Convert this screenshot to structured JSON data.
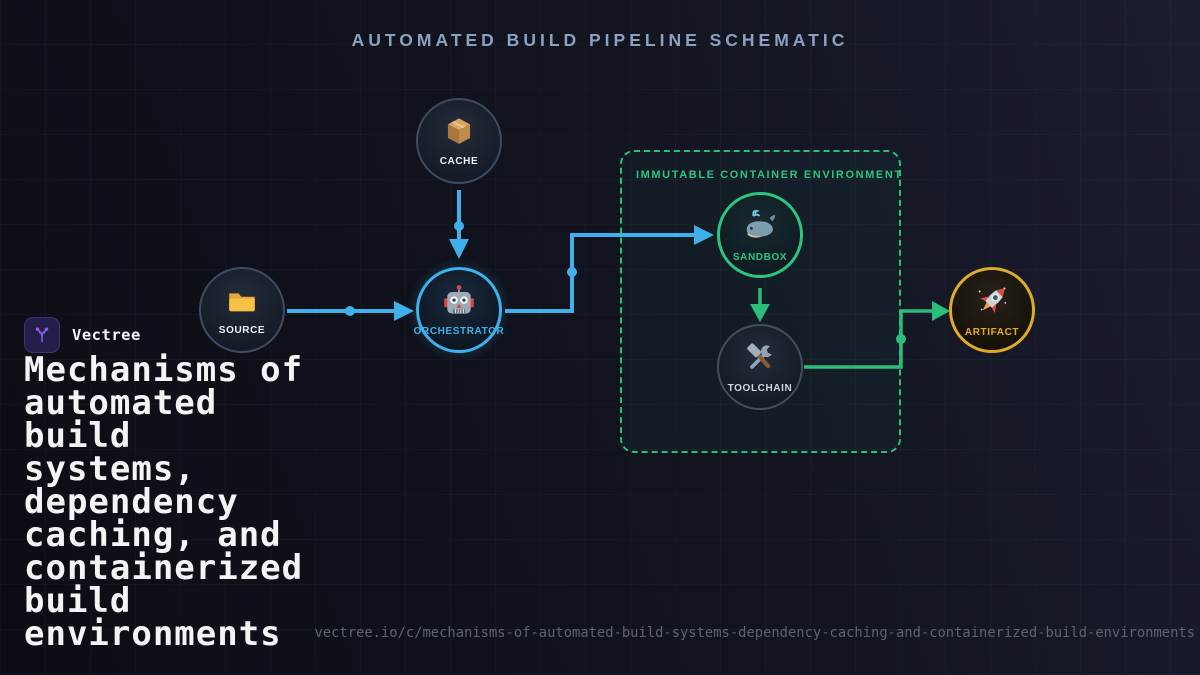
{
  "title": "AUTOMATED BUILD PIPELINE SCHEMATIC",
  "brand": {
    "name": "Vectree",
    "headline_lines": [
      "Mechanisms of",
      "automated",
      "build",
      "systems,",
      "dependency",
      "caching, and",
      "containerized",
      "build",
      "environments"
    ]
  },
  "footer": {
    "url": "vectree.io/c/mechanisms-of-automated-build-systems-dependency-caching-and-containerized-build-environments"
  },
  "container": {
    "label": "IMMUTABLE CONTAINER ENVIRONMENT"
  },
  "nodes": {
    "cache": {
      "label": "CACHE",
      "icon": "package-icon"
    },
    "source": {
      "label": "SOURCE",
      "icon": "folder-icon"
    },
    "orchestrator": {
      "label": "ORCHESTRATOR",
      "icon": "robot-icon"
    },
    "sandbox": {
      "label": "SANDBOX",
      "icon": "whale-icon"
    },
    "toolchain": {
      "label": "TOOLCHAIN",
      "icon": "tools-icon"
    },
    "artifact": {
      "label": "ARTIFACT",
      "icon": "rocket-icon"
    }
  },
  "colors": {
    "background": "#0c0d14",
    "accent_blue": "#3fb0ea",
    "accent_green": "#2bbd7a",
    "accent_gold": "#dcab28",
    "node_border_gray": "#3e4b61",
    "title_text": "#8da0c0",
    "headline_text": "#f2f4f6",
    "url_text": "#5d6470"
  }
}
